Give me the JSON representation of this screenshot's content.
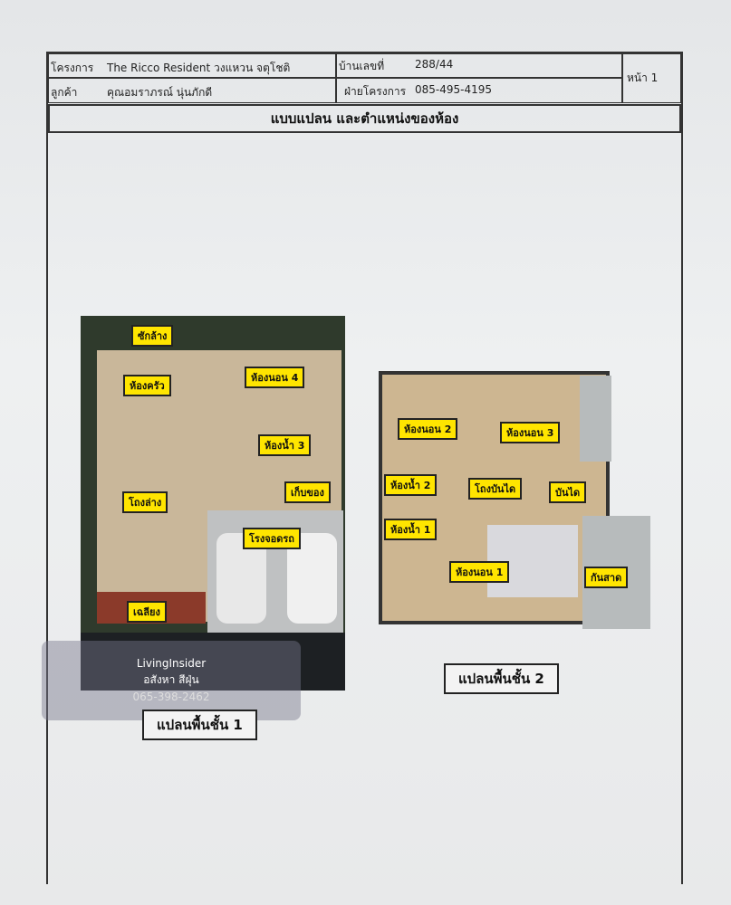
{
  "header": {
    "project_label": "โครงการ",
    "project_value": "The Ricco Resident วงแหวน จตุโชติ",
    "customer_label": "ลูกค้า",
    "customer_value": "คุณอมราภรณ์ นุ่นภักดี",
    "house_no_label": "บ้านเลขที่",
    "house_no_value": "288/44",
    "dept_label": "ฝ่ายโครงการ",
    "dept_phone": "085-495-4195",
    "page_label": "หน้า 1"
  },
  "title": "แบบแปลน และตำแหน่งของห้อง",
  "floor1": {
    "caption": "แปลนพื้นชั้น 1",
    "rooms": [
      "ซักล้าง",
      "ห้องครัว",
      "ห้องนอน 4",
      "ห้องน้ำ 3",
      "เก็บของ",
      "โถงล่าง",
      "โรงจอดรถ",
      "เฉลียง"
    ]
  },
  "floor2": {
    "caption": "แปลนพื้นชั้น 2",
    "rooms": [
      "ห้องนอน 2",
      "ห้องนอน 3",
      "ห้องน้ำ 2",
      "โถงบันได",
      "บันได",
      "ห้องน้ำ 1",
      "ห้องนอน 1",
      "กันสาด"
    ]
  },
  "watermark": {
    "brand": "LivingInsider",
    "name": "อสังหา สีฝุ่น",
    "phone": "065-398-2462"
  }
}
